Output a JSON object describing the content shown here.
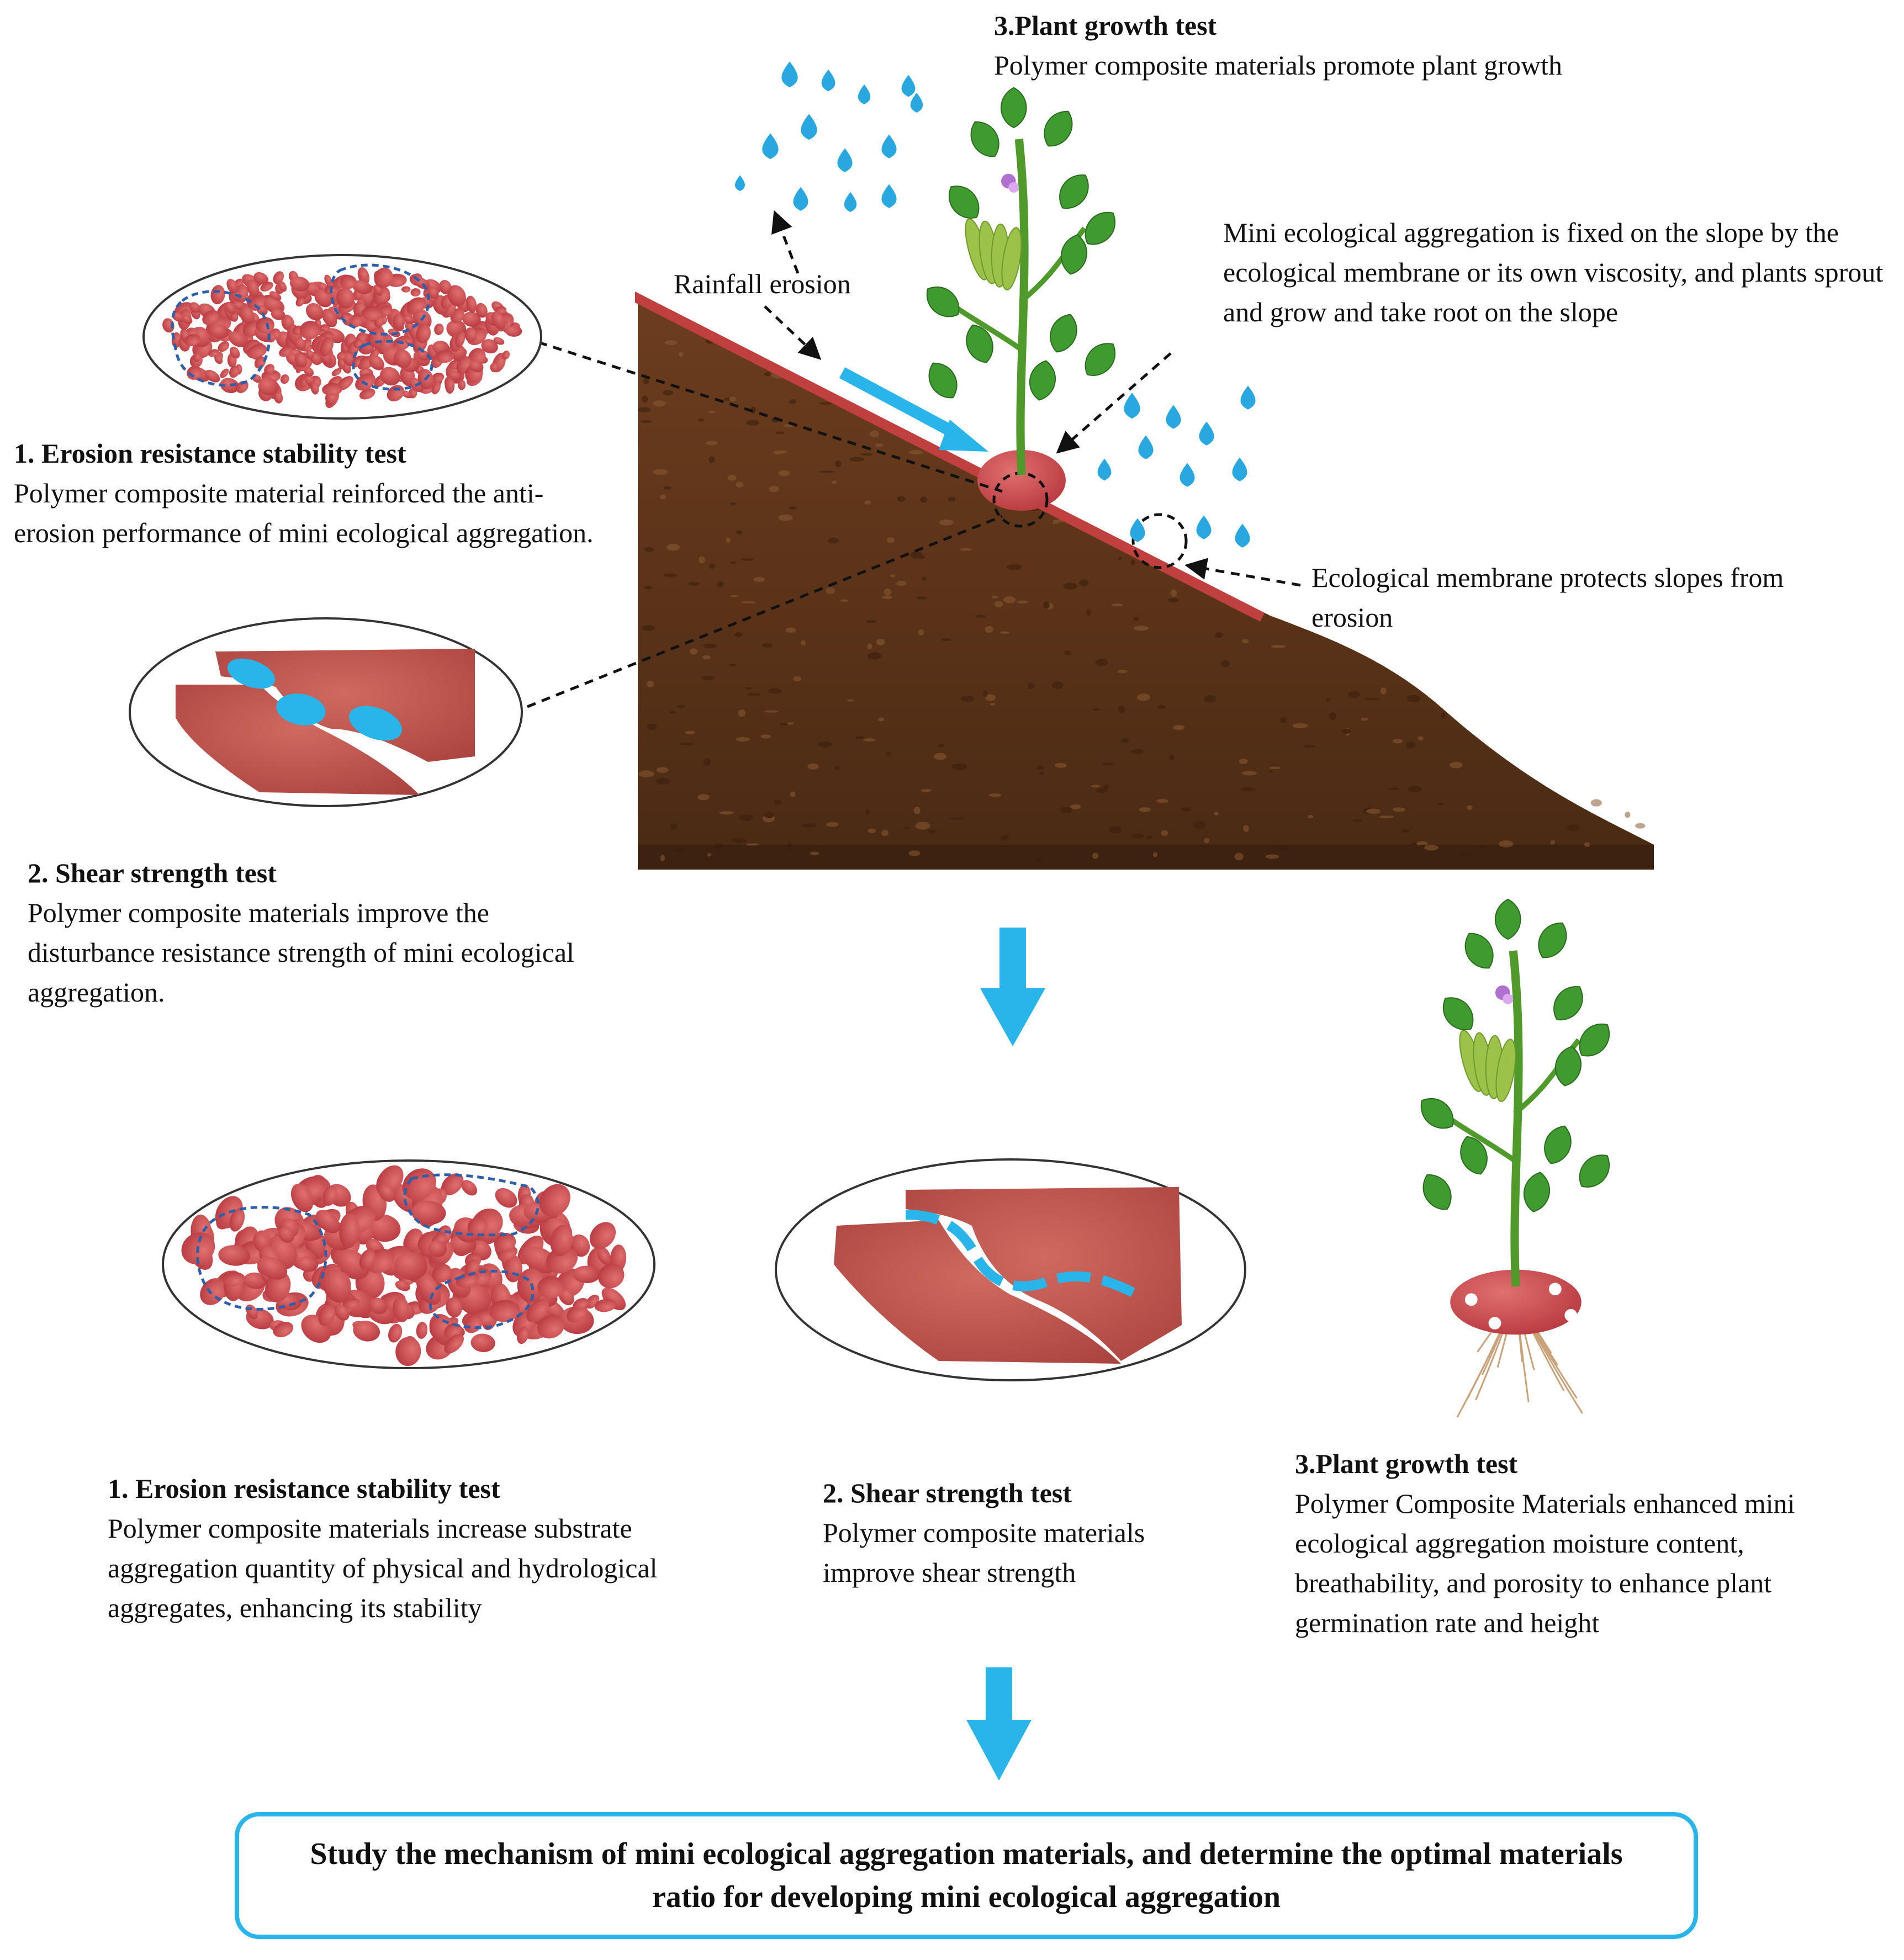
{
  "top": {
    "plant_growth": {
      "title": "3.Plant growth test",
      "desc": "Polymer composite materials  promote plant growth"
    },
    "rainfall_label": "Rainfall  erosion",
    "fixed_note": "Mini  ecological aggregation is fixed on the slope by the ecological membrane or its own viscosity, and plants sprout and grow and take root on the slope",
    "membrane_note": "Ecological  membrane protects slopes from erosion",
    "erosion_test": {
      "title": "1. Erosion resistance stability test",
      "desc": "Polymer composite material  reinforced the anti-erosion performance of mini ecological aggregation."
    },
    "shear_test": {
      "title": "2. Shear strength test",
      "desc": "Polymer composite materials  improve the disturbance resistance strength of mini ecological aggregation."
    }
  },
  "bottom": {
    "erosion_test": {
      "title": "1. Erosion resistance stability test",
      "desc": "Polymer composite materials  increase substrate aggregation  quantity of physical and hydrological aggregates, enhancing its stability"
    },
    "shear_test": {
      "title": "2. Shear strength test",
      "desc": "Polymer composite materials improve shear strength"
    },
    "plant_growth": {
      "title": "3.Plant growth test",
      "desc": "Polymer Composite Materials  enhanced mini ecological aggregation  moisture content, breathability,  and porosity to enhance plant germination  rate and height"
    }
  },
  "conclusion": "Study the mechanism of mini ecological aggregation materials,  and determine the optimal materials ratio for developing mini  ecological aggregation",
  "colors": {
    "soil": "#5c3218",
    "membrane": "#c04040",
    "aggregate": "#c8444a",
    "water": "#29b4ea",
    "plant": "#3f9a2f"
  }
}
